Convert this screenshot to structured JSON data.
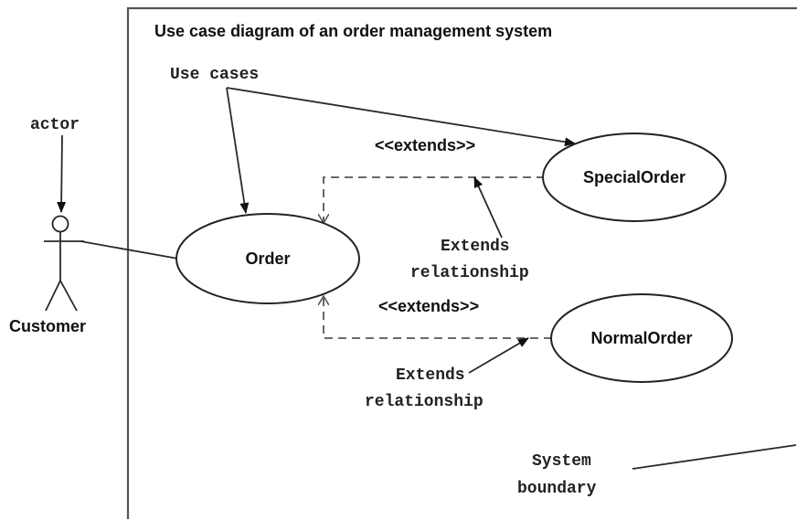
{
  "title": "Use case diagram of an order management system",
  "actor": {
    "name": "Customer"
  },
  "use_cases": {
    "order": "Order",
    "special_order": "SpecialOrder",
    "normal_order": "NormalOrder"
  },
  "relationships": {
    "extends_top": "<<extends>>",
    "extends_bottom": "<<extends>>"
  },
  "annotations": {
    "use_cases": "Use cases",
    "actor": "actor",
    "extends_relationship_top": [
      "Extends",
      "relationship"
    ],
    "extends_relationship_bottom": [
      "Extends",
      "relationship"
    ],
    "system_boundary": [
      "System",
      "boundary"
    ]
  }
}
